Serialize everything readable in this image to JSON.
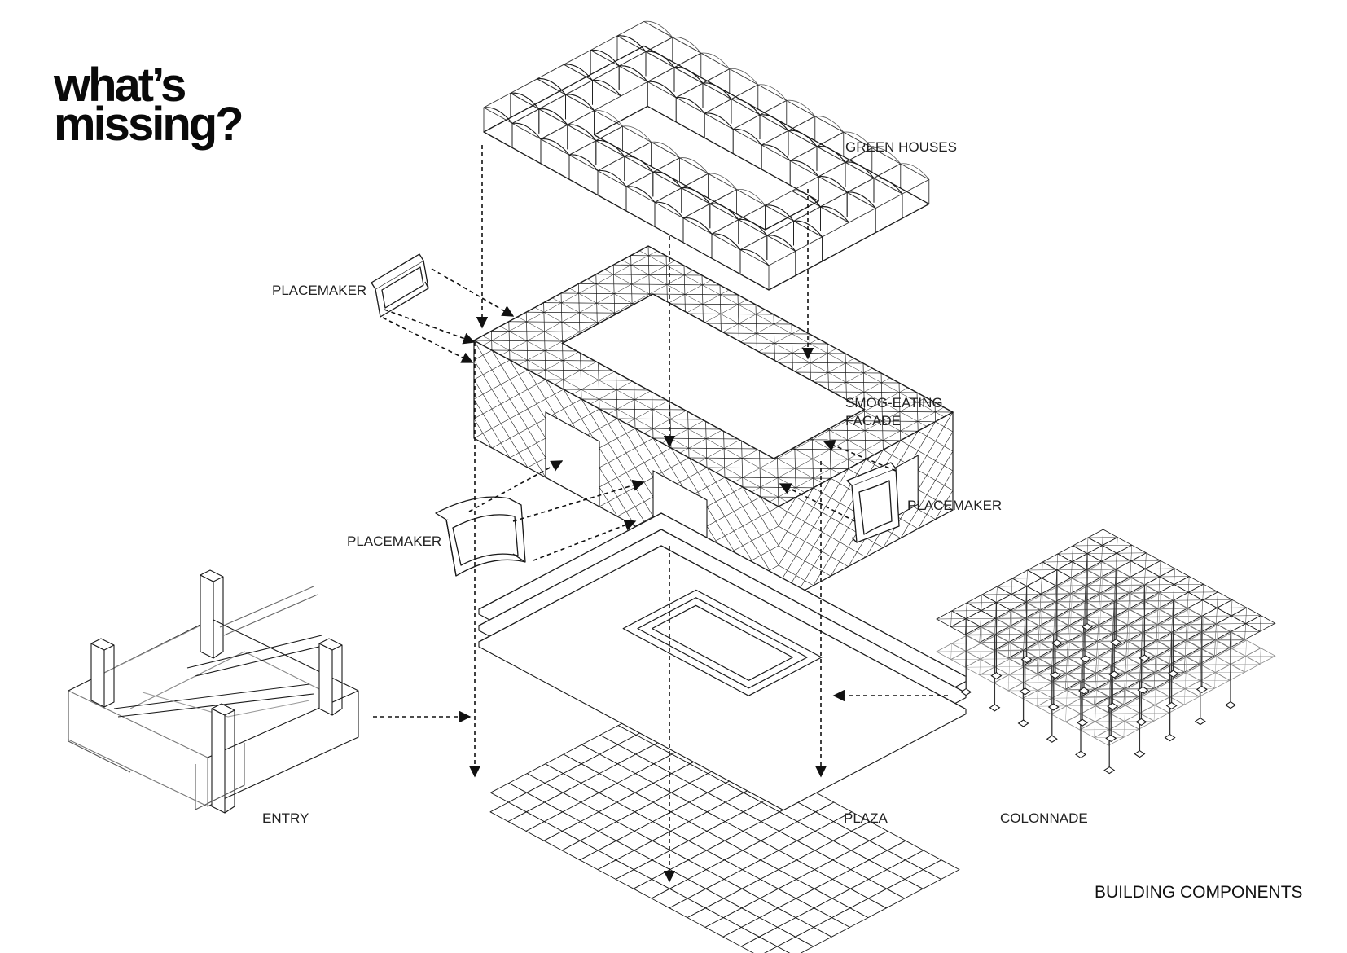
{
  "title": {
    "line1": "what’s",
    "line2": "missing?"
  },
  "labels": {
    "green_houses": "GREEN HOUSES",
    "placemaker_top": "PLACEMAKER",
    "smog_eating_line1": "SMOG-EATING",
    "smog_eating_line2": "FACADE",
    "placemaker_right": "PLACEMAKER",
    "placemaker_left": "PLACEMAKER",
    "entry": "ENTRY",
    "plaza": "PLAZA",
    "colonnade": "COLONNADE"
  },
  "caption": "BUILDING COMPONENTS",
  "colors": {
    "line": "#1a1a1a",
    "light_line": "#6e6e6e",
    "background": "#ffffff"
  }
}
